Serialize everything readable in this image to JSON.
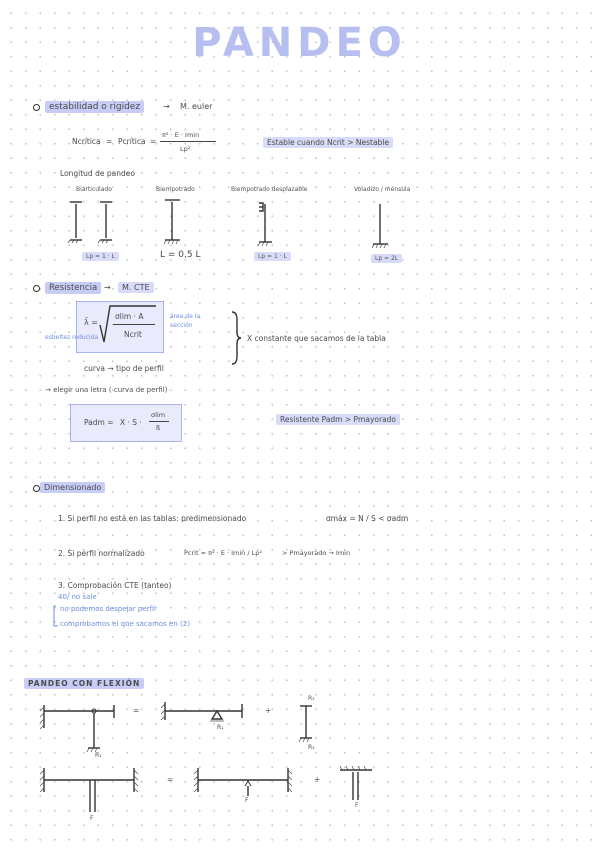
{
  "title": "PANDEO",
  "s1": {
    "heading": "estabilidad o rigidez",
    "arrow_label": "M. euler",
    "formula": {
      "lhs": "Ncrítica",
      "eq2": "Pcrítica",
      "num": "π² · E · Imin",
      "den": "Lp²"
    },
    "stable": "Estable cuando Ncrit > Nestable",
    "longitud": "Longitud de pandeo",
    "supports": [
      "Biarticulado",
      "Biempotrado",
      "Biempotrado desplazable",
      "Voladizo / ménsula"
    ],
    "lp": [
      "Lp = 1 · L",
      "L = 0,5 L",
      "Lp = 1 · L",
      "Lp = 2L"
    ]
  },
  "s2": {
    "heading": "Resistencia",
    "arrow_label": "M. CTE",
    "lambda": "λ̄ =",
    "num": "σlim · A",
    "den": "Ncrit",
    "left_note": "esbeltez reducida",
    "right_note": "área de la sección",
    "chi": "X constante que sacamos de la tabla",
    "curva": "curva → tipo de perfil",
    "elegir": "→ elegir una letra ( curva de perfil)",
    "padm_lhs": "Padm =",
    "padm_mid": "X · S ·",
    "padm_num": "σlim",
    "padm_den": "ß",
    "resiste": "Resistente Padm > Pmayorado"
  },
  "s3": {
    "heading": "Dimensionado",
    "l1_text": "1. Si perfil no está en las tablas: predimensionado",
    "l1_formula": "σmáx = N / S < σadm",
    "l2_text": "2. Si perfil normalizado",
    "l2_formula": "Pcrit = π² · E · Imin / Lp²",
    "l2_tail": "> Pmayorado → Imin",
    "l3": "3. Comprobación CTE (tanteo)",
    "l3a": "40/ no sale",
    "l3b": "no podemos despejar perfil",
    "l3c": "comprobamos el que sacamos en (2)"
  },
  "s4": {
    "heading": "PANDEO CON FLEXIÓN",
    "eq": "=",
    "plus": "+",
    "labels": {
      "r1": "R₁",
      "r2": "R₂",
      "r3": "R₃",
      "f": "F"
    }
  }
}
